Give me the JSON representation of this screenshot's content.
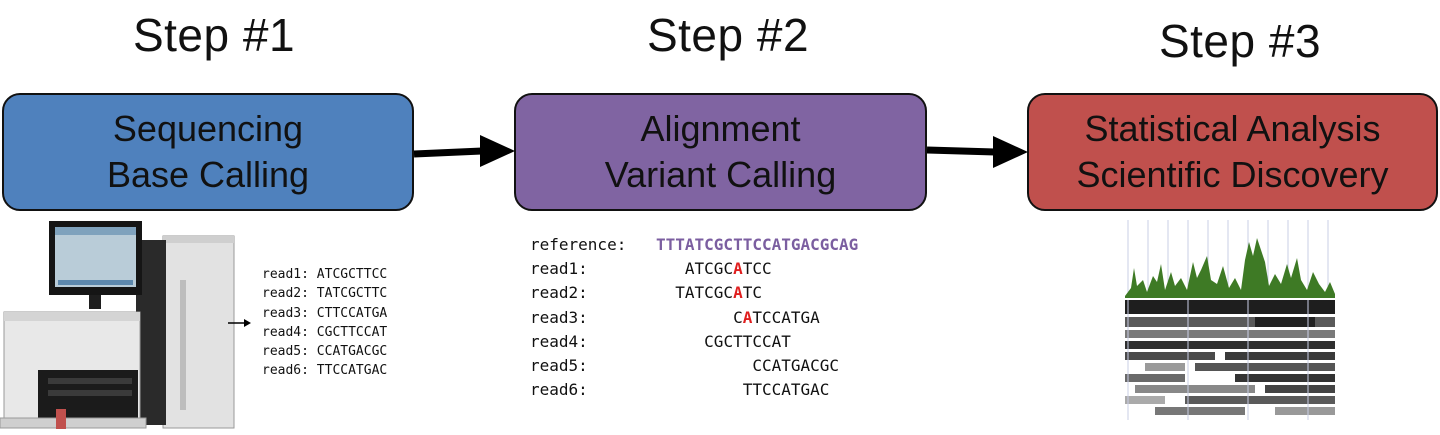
{
  "steps": [
    {
      "title": "Step #1",
      "line1": "Sequencing",
      "line2": "Base Calling",
      "color": "#4f81bd"
    },
    {
      "title": "Step #2",
      "line1": "Alignment",
      "line2": "Variant Calling",
      "color": "#8064a2"
    },
    {
      "title": "Step #3",
      "line1": "Statistical Analysis",
      "line2": "Scientific Discovery",
      "color": "#c0504d"
    }
  ],
  "reads": [
    {
      "label": "read1:",
      "seq": "ATCGCTTCC"
    },
    {
      "label": "read2:",
      "seq": "TATCGCTTC"
    },
    {
      "label": "read3:",
      "seq": "CTTCCATGA"
    },
    {
      "label": "read4:",
      "seq": "CGCTTCCAT"
    },
    {
      "label": "read5:",
      "seq": "CCATGACGC"
    },
    {
      "label": "read6:",
      "seq": "TTCCATGAC"
    }
  ],
  "alignment": {
    "reference_label": "reference:",
    "reference_seq": "TTTATCGCTTCCATGACGCAG",
    "variant_color": "#e01e1e",
    "reference_color": "#7b5ea0",
    "reads": [
      {
        "label": "read1:",
        "offset": 3,
        "seq": "ATCGCATCC",
        "variant_index": 5
      },
      {
        "label": "read2:",
        "offset": 2,
        "seq": "TATCGCATC",
        "variant_index": 6
      },
      {
        "label": "read3:",
        "offset": 8,
        "seq": "CATCCATGA",
        "variant_index": 1
      },
      {
        "label": "read4:",
        "offset": 5,
        "seq": "CGCTTCCAT",
        "variant_index": -1
      },
      {
        "label": "read5:",
        "offset": 10,
        "seq": "CCATGACGC",
        "variant_index": -1
      },
      {
        "label": "read6:",
        "offset": 9,
        "seq": "TTCCATGAC",
        "variant_index": -1
      }
    ]
  }
}
